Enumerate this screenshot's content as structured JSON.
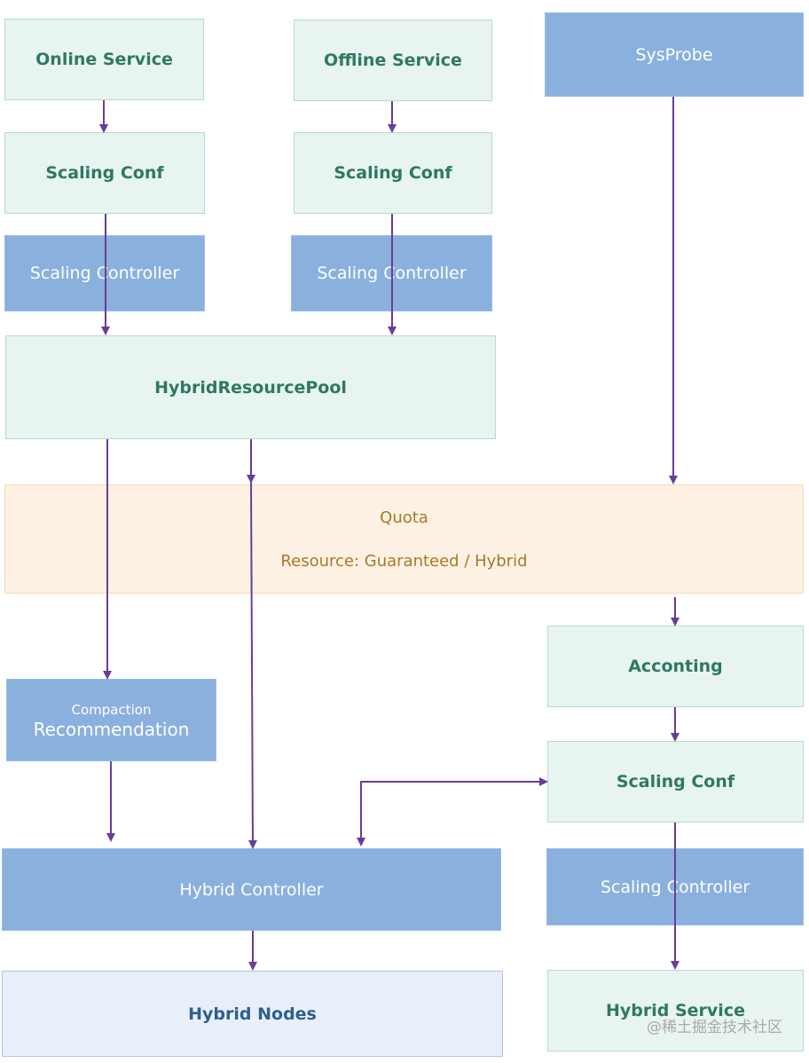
{
  "diagram": {
    "nodes": {
      "online_service": "Online Service",
      "offline_service": "Offline Service",
      "sysprobe": "SysProbe",
      "scaling_conf_online": "Scaling Conf",
      "scaling_conf_offline": "Scaling Conf",
      "scaling_controller_online": "Scaling Controller",
      "scaling_controller_offline": "Scaling Controller",
      "hybrid_resource_pool": "HybridResourcePool",
      "quota_title": "Quota",
      "quota_subtitle": "Resource: Guaranteed / Hybrid",
      "compaction_small": "Compaction",
      "compaction_big": "Recommendation",
      "accounting": "Acconting",
      "scaling_conf_hybrid": "Scaling Conf",
      "hybrid_controller": "Hybrid Controller",
      "scaling_controller_hybrid": "Scaling Controller",
      "hybrid_nodes": "Hybrid Nodes",
      "hybrid_service": "Hybrid Service"
    },
    "edges": [
      {
        "from": "Online Service",
        "to": "Scaling Conf"
      },
      {
        "from": "Offline Service",
        "to": "Scaling Conf"
      },
      {
        "from": "Scaling Conf (online)",
        "to": "HybridResourcePool"
      },
      {
        "from": "Scaling Conf (offline)",
        "to": "HybridResourcePool"
      },
      {
        "from": "SysProbe",
        "to": "Quota"
      },
      {
        "from": "HybridResourcePool",
        "to": "Compaction Recommendation"
      },
      {
        "from": "HybridResourcePool",
        "to": "Hybrid Controller"
      },
      {
        "from": "Quota",
        "to": "Acconting"
      },
      {
        "from": "Acconting",
        "to": "Scaling Conf (hybrid)"
      },
      {
        "from": "Compaction Recommendation",
        "to": "Hybrid Controller"
      },
      {
        "from": "Scaling Conf (hybrid)",
        "to": "Hybrid Controller",
        "bidirectional": true
      },
      {
        "from": "Scaling Conf (hybrid)",
        "to": "Hybrid Service"
      },
      {
        "from": "Hybrid Controller",
        "to": "Hybrid Nodes"
      }
    ],
    "colors": {
      "arrow": "#6a3d9a",
      "green_fill": "#e8f4f0",
      "blue_fill": "#8ab0de",
      "orange_fill": "#fdf1e4",
      "lightblue_fill": "#e9eff8"
    }
  },
  "watermark": "@稀土掘金技术社区"
}
